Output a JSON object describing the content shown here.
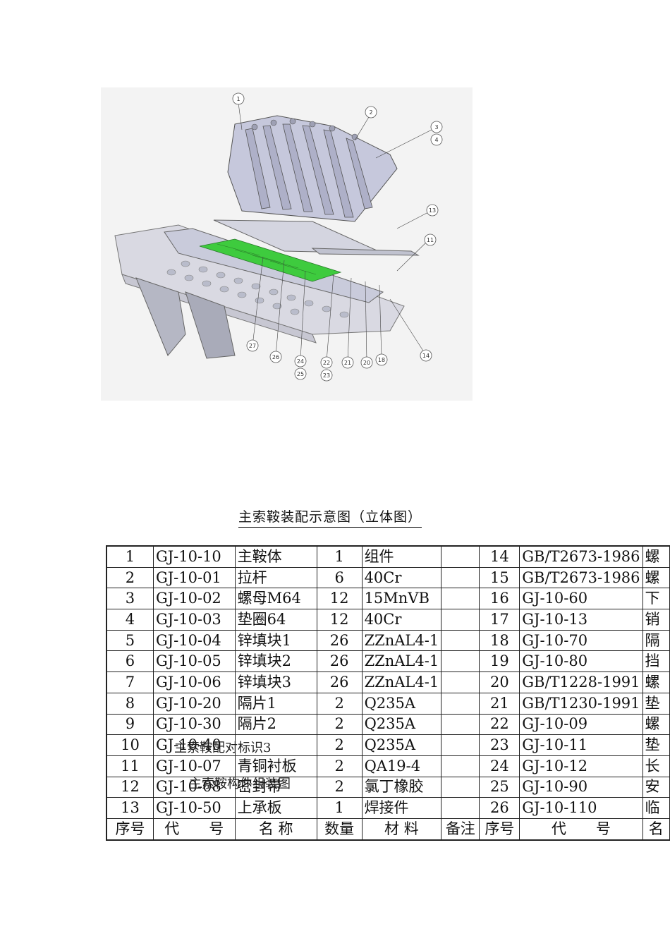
{
  "figure": {
    "callouts": [
      "1",
      "2",
      "3",
      "4",
      "13",
      "11",
      "14",
      "18",
      "20",
      "21",
      "22",
      "23",
      "24",
      "25",
      "26",
      "27"
    ]
  },
  "caption": "主索鞍装配示意图（立体图）",
  "table": {
    "header": [
      "序号",
      "代　　号",
      "名 称",
      "数量",
      "材 料",
      "备注",
      "序号",
      "代　　号",
      "名"
    ],
    "rows": [
      [
        "1",
        "GJ-10-10",
        "主鞍体",
        "1",
        "组件",
        "",
        "14",
        "GB/T2673-1986",
        "螺"
      ],
      [
        "2",
        "GJ-10-01",
        "拉杆",
        "6",
        "40Cr",
        "",
        "15",
        "GB/T2673-1986",
        "螺"
      ],
      [
        "3",
        "GJ-10-02",
        "螺母M64",
        "12",
        "15MnVB",
        "",
        "16",
        "GJ-10-60",
        "下"
      ],
      [
        "4",
        "GJ-10-03",
        "垫圈64",
        "12",
        "40Cr",
        "",
        "17",
        "GJ-10-13",
        "销"
      ],
      [
        "5",
        "GJ-10-04",
        "锌填块1",
        "26",
        "ZZnAL4-1",
        "",
        "18",
        "GJ-10-70",
        "隔"
      ],
      [
        "6",
        "GJ-10-05",
        "锌填块2",
        "26",
        "ZZnAL4-1",
        "",
        "19",
        "GJ-10-80",
        "挡"
      ],
      [
        "7",
        "GJ-10-06",
        "锌填块3",
        "26",
        "ZZnAL4-1",
        "",
        "20",
        "GB/T1228-1991",
        "螺"
      ],
      [
        "8",
        "GJ-10-20",
        "隔片1",
        "2",
        "Q235A",
        "",
        "21",
        "GB/T1230-1991",
        "垫"
      ],
      [
        "9",
        "GJ-10-30",
        "隔片2",
        "2",
        "Q235A",
        "",
        "22",
        "GJ-10-09",
        "螺"
      ],
      [
        "10",
        "GJ-10-40",
        "",
        "2",
        "Q235A",
        "",
        "23",
        "GJ-10-11",
        "垫"
      ],
      [
        "11",
        "GJ-10-07",
        "青铜衬板",
        "2",
        "QA19-4",
        "",
        "24",
        "GJ-10-12",
        "长"
      ],
      [
        "12",
        "GJ-10-08",
        "密封带",
        "2",
        "氯丁橡胶",
        "",
        "25",
        "GJ-10-90",
        "安"
      ],
      [
        "13",
        "GJ-10-50",
        "上承板",
        "1",
        "焊接件",
        "",
        "26",
        "GJ-10-110",
        "临"
      ]
    ]
  },
  "overlay_text_1": "主索鞍配对标识3",
  "overlay_text_2": "主索鞍构件组装图"
}
